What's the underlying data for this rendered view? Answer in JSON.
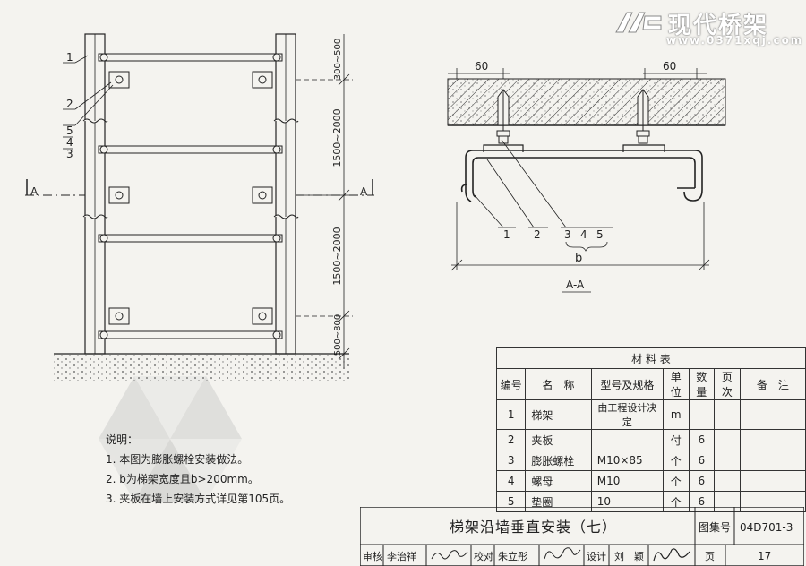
{
  "watermark": {
    "brand": "现代桥架",
    "url": "www.0371xqj.com"
  },
  "drawing": {
    "elevation": {
      "dims": [
        "300~500",
        "1500~2000",
        "1500~2000",
        "500~800"
      ],
      "callouts": [
        "1",
        "2",
        "5",
        "4",
        "3"
      ],
      "section_mark": "A"
    },
    "section": {
      "dims": [
        "60",
        "60",
        "b"
      ],
      "callouts": [
        "1",
        "2",
        "3",
        "4",
        "5"
      ],
      "title": "A-A"
    }
  },
  "notes": {
    "heading": "说明：",
    "items": [
      "1.  本图为膨胀螺栓安装做法。",
      "2.  b为梯架宽度且b>200mm。",
      "3.  夹板在墙上安装方式详见第105页。"
    ]
  },
  "materials": {
    "title": "材 料 表",
    "headers": [
      "编号",
      "名　称",
      "型号及规格",
      "单位",
      "数量",
      "页次",
      "备　注"
    ],
    "rows": [
      [
        "1",
        "梯架",
        "由工程设计决定",
        "m",
        "",
        "",
        ""
      ],
      [
        "2",
        "夹板",
        "",
        "付",
        "6",
        "",
        ""
      ],
      [
        "3",
        "膨胀螺栓",
        "M10×85",
        "个",
        "6",
        "",
        ""
      ],
      [
        "4",
        "螺母",
        "M10",
        "个",
        "6",
        "",
        ""
      ],
      [
        "5",
        "垫圈",
        "10",
        "个",
        "6",
        "",
        ""
      ]
    ]
  },
  "title_block": {
    "title": "梯架沿墙垂直安装（七）",
    "atlas_label": "图集号",
    "atlas_no": "04D701-3",
    "review_label": "审核",
    "reviewer": "李治祥",
    "check_label": "校对",
    "checker": "朱立彤",
    "design_label": "设计",
    "designer": "刘　颖",
    "page_label": "页",
    "page_no": "17"
  }
}
